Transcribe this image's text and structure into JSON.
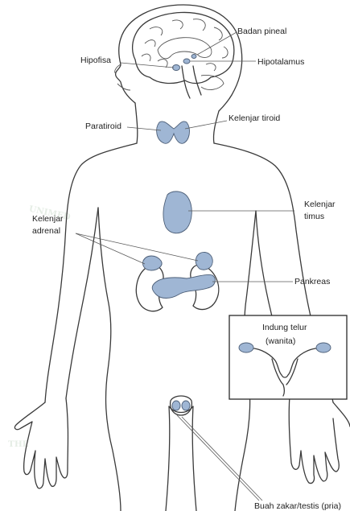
{
  "labels": {
    "badan_pineal": "Badan pineal",
    "hipofisa": "Hipofisa",
    "hipotalamus": "Hipotalamus",
    "paratiroid": "Paratiroid",
    "kelenjar_tiroid": "Kelenjar tiroid",
    "kelenjar_timus_1": "Kelenjar",
    "kelenjar_timus_2": "timus",
    "kelenjar_adrenal_1": "Kelenjar",
    "kelenjar_adrenal_2": "adrenal",
    "pankreas": "Pankreas",
    "indung_telur_1": "Indung telur",
    "indung_telur_2": "(wanita)",
    "buah_zakar": "Buah zakar/testis  (pria)"
  },
  "watermark": {
    "text_1": "UNIMED",
    "text_2": "THE",
    "color": "#e3ece3"
  },
  "colors": {
    "gland_fill": "#9fb6d4",
    "gland_stroke": "#4d5f78",
    "outline": "#3a3a3a"
  }
}
